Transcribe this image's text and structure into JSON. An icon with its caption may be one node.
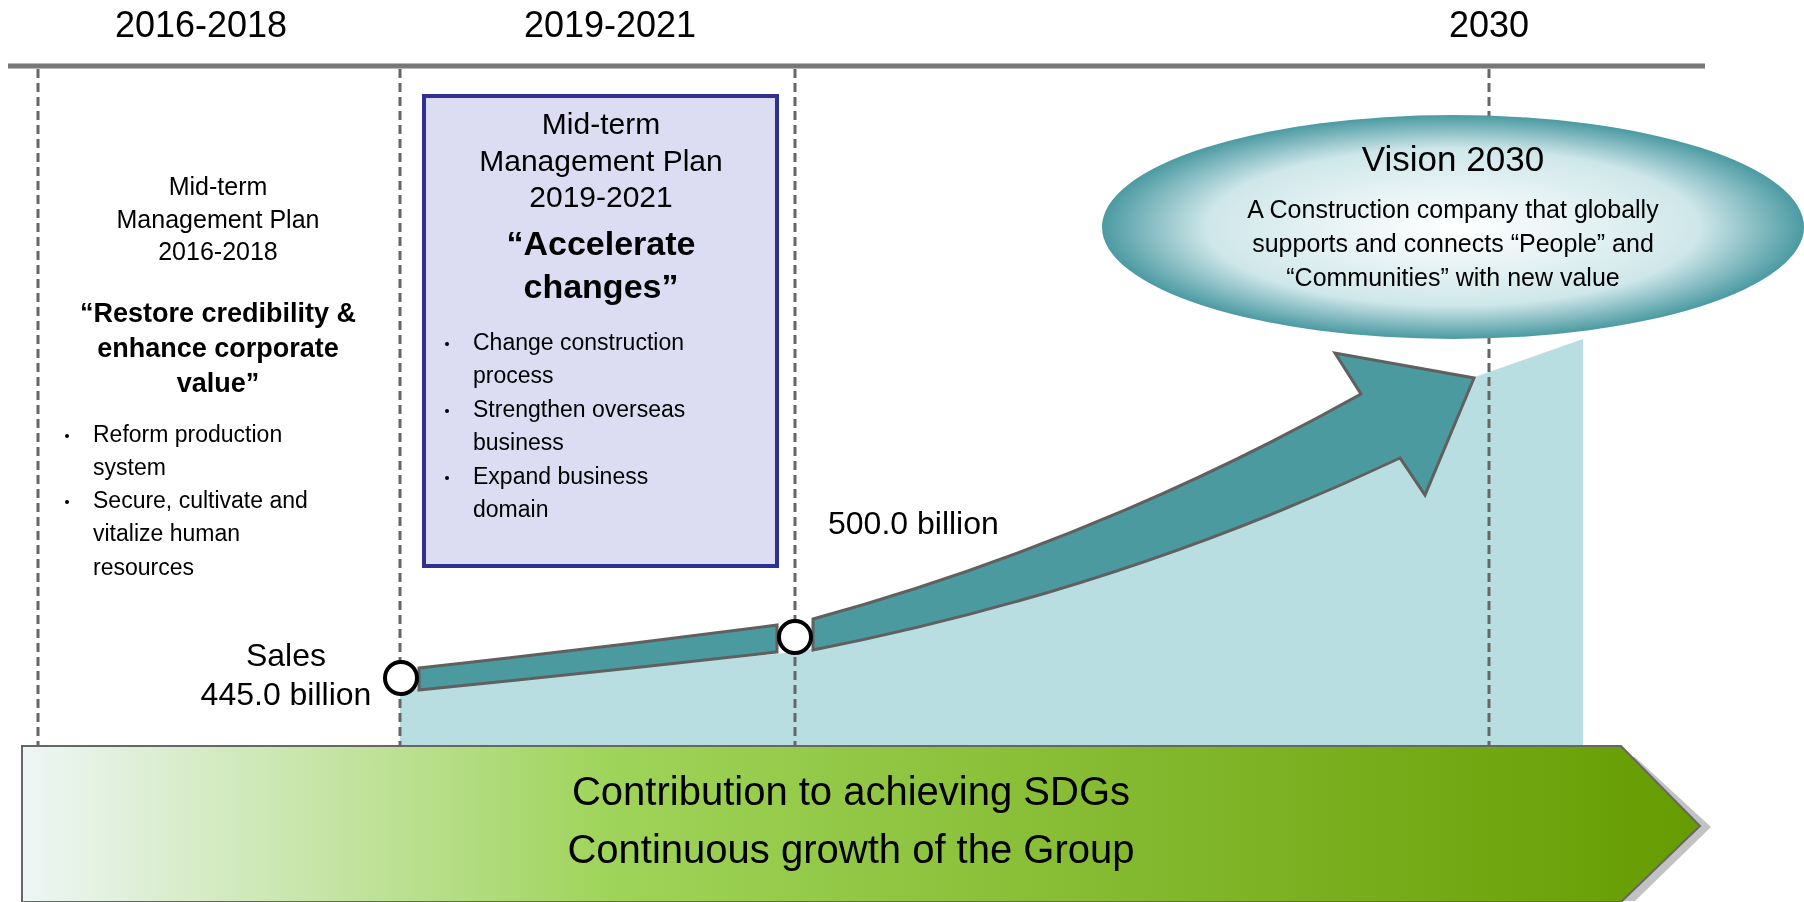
{
  "diagram": {
    "nodes": [
      {
        "text": [
          "Mid-term Management Plan 2019-2021",
          "“Accelerate changes”",
          "Change construction  process",
          "Strengthen overseas business",
          "Expand business domain"
        ]
      },
      {
        "text": [
          "Vision 2030",
          "A Construction company that globally supports and connects “People” and “Communities” with new value"
        ]
      },
      {
        "text": [],
        "shape": "circle",
        "beside": [
          "Sales",
          "445.0 billion"
        ]
      },
      {
        "text": [],
        "shape": "circle"
      },
      {
        "text": [
          "Contribution to achieving SDGs",
          "Continuous growth of the Group"
        ]
      }
    ],
    "edges": [
      {
        "from": 2,
        "to": 3,
        "arrow": "none"
      },
      {
        "from": 3,
        "to": null,
        "arrow": "to"
      }
    ],
    "labels": [
      "2016-2018",
      "2019-2021",
      "2030",
      "Mid-term Management Plan 2016-2018",
      "“Restore credibility & enhance corporate value”",
      "Reform production system",
      "Secure, cultivate and vitalize human resources",
      "500.0 billion"
    ]
  }
}
